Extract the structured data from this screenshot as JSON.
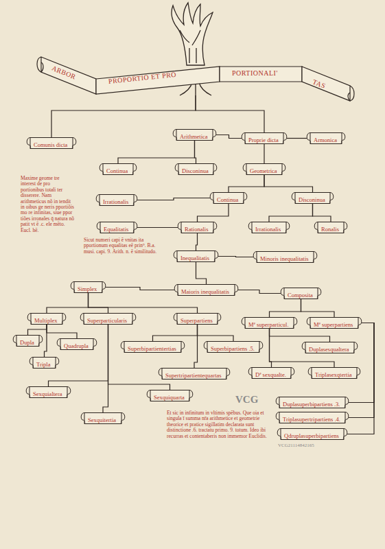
{
  "diagram": {
    "nodes": [
      {
        "text": [
          "ARBOR",
          "PROPORTIO ET PRO",
          "PORTIONALI'",
          "TAS"
        ]
      },
      {
        "text": [
          "Comunis dicta"
        ]
      },
      {
        "text": [
          "Arithmetica"
        ]
      },
      {
        "text": [
          "Proprie dicta"
        ]
      },
      {
        "text": [
          "Armonica"
        ]
      },
      {
        "text": [
          "Continua"
        ]
      },
      {
        "text": [
          "Disconinua"
        ]
      },
      {
        "text": [
          "Geometrica"
        ]
      },
      {
        "text": [
          "Irrationalis"
        ]
      },
      {
        "text": [
          "Continua"
        ]
      },
      {
        "text": [
          "Disconinua"
        ]
      },
      {
        "text": [
          "Equalitatis"
        ]
      },
      {
        "text": [
          "Rationalis"
        ]
      },
      {
        "text": [
          "Irrationalis"
        ]
      },
      {
        "text": [
          "Ronalis"
        ]
      },
      {
        "text": [
          "Inequalitatis"
        ]
      },
      {
        "text": [
          "Minoris inequalitatis"
        ]
      },
      {
        "text": [
          "Simplex"
        ]
      },
      {
        "text": [
          "Maioris inequalitatis"
        ]
      },
      {
        "text": [
          "Composita"
        ]
      },
      {
        "text": [
          "Multiplex"
        ]
      },
      {
        "text": [
          "Superparticularis"
        ]
      },
      {
        "text": [
          "Superpartiens"
        ]
      },
      {
        "text": [
          "Mª superparticul."
        ]
      },
      {
        "text": [
          "Mª superpartiens"
        ]
      },
      {
        "text": [
          "Dupla"
        ]
      },
      {
        "text": [
          "Quadrupla"
        ]
      },
      {
        "text": [
          "Tripla"
        ]
      },
      {
        "text": [
          "Superbipartientertias"
        ]
      },
      {
        "text": [
          "Superbipartiens .5."
        ]
      },
      {
        "text": [
          "Duplasesqualtera"
        ]
      },
      {
        "text": [
          "Sexquialtera"
        ]
      },
      {
        "text": [
          "Supertripartientequartas"
        ]
      },
      {
        "text": [
          "Dª sexqualte."
        ]
      },
      {
        "text": [
          "Triplasexqtertia"
        ]
      },
      {
        "text": [
          "Sexquiquarta"
        ]
      },
      {
        "text": [
          "Sexquitertia"
        ]
      },
      {
        "text": [
          "Duplasuperbipartiens .3."
        ]
      },
      {
        "text": [
          "Triplasupertripartiens .4."
        ]
      },
      {
        "text": [
          "Qdruplasuperbipartiens"
        ]
      }
    ],
    "edges": [
      {
        "from": 0,
        "to": 1,
        "arrow": "none"
      },
      {
        "from": 0,
        "to": 3,
        "arrow": "none"
      },
      {
        "from": 3,
        "to": 2,
        "arrow": "none"
      },
      {
        "from": 3,
        "to": 7,
        "arrow": "none"
      },
      {
        "from": 3,
        "to": 4,
        "arrow": "none"
      },
      {
        "from": 2,
        "to": 5,
        "arrow": "none"
      },
      {
        "from": 2,
        "to": 6,
        "arrow": "none"
      },
      {
        "from": 7,
        "to": 9,
        "arrow": "none"
      },
      {
        "from": 7,
        "to": 10,
        "arrow": "none"
      },
      {
        "from": 9,
        "to": 8,
        "arrow": "none"
      },
      {
        "from": 9,
        "to": 12,
        "arrow": "none"
      },
      {
        "from": 10,
        "to": 13,
        "arrow": "none"
      },
      {
        "from": 10,
        "to": 14,
        "arrow": "none"
      },
      {
        "from": 12,
        "to": 11,
        "arrow": "none"
      },
      {
        "from": 12,
        "to": 15,
        "arrow": "none"
      },
      {
        "from": 15,
        "to": 18,
        "arrow": "none"
      },
      {
        "from": 15,
        "to": 16,
        "arrow": "none"
      },
      {
        "from": 18,
        "to": 17,
        "arrow": "none"
      },
      {
        "from": 18,
        "to": 19,
        "arrow": "none"
      },
      {
        "from": 17,
        "to": 20,
        "arrow": "none"
      },
      {
        "from": 17,
        "to": 21,
        "arrow": "none"
      },
      {
        "from": 17,
        "to": 22,
        "arrow": "none"
      },
      {
        "from": 19,
        "to": 23,
        "arrow": "none"
      },
      {
        "from": 19,
        "to": 24,
        "arrow": "none"
      },
      {
        "from": 20,
        "to": 25,
        "arrow": "none"
      },
      {
        "from": 20,
        "to": 26,
        "arrow": "none"
      },
      {
        "from": 20,
        "to": 27,
        "arrow": "none"
      },
      {
        "from": 21,
        "to": 31,
        "arrow": "none"
      },
      {
        "from": 21,
        "to": 35,
        "arrow": "none"
      },
      {
        "from": 21,
        "to": 36,
        "arrow": "none"
      },
      {
        "from": 22,
        "to": 28,
        "arrow": "none"
      },
      {
        "from": 22,
        "to": 29,
        "arrow": "none"
      },
      {
        "from": 22,
        "to": 32,
        "arrow": "none"
      },
      {
        "from": 23,
        "to": 30,
        "arrow": "none"
      },
      {
        "from": 23,
        "to": 33,
        "arrow": "none"
      },
      {
        "from": 23,
        "to": 34,
        "arrow": "none"
      },
      {
        "from": 24,
        "to": 37,
        "arrow": "none"
      },
      {
        "from": 24,
        "to": 38,
        "arrow": "none"
      },
      {
        "from": 24,
        "to": 39,
        "arrow": "none"
      }
    ],
    "labels": [
      "Maxime geome tre interest de pro portionibus totali ter disserere. Nam arithmeticus nõ in tendit in oibus ge neris pportiõis mo re infinitas, siue ppor tiões irronales q̄ natura nõ patit vt ē .c. ele mēto. Eucl. hē.",
      "Sicut numeri capi ē vnitas ita pportionum equalitas eē prin⁹. B.a. musi. capi. 9. Arith. n. ē similitudo.",
      "Et sic in infinitum in vltimis spēbus. Que oia et singula ī summa nr̄a arithmetice et geometrie theorice et pratice sigillatim declarata sunt distinctione .6. tractatu primo. 9. totum. Ideo ibi recurras et contentaberis non immemor Euclidis.",
      "VCG",
      "VCG21114842165"
    ]
  }
}
